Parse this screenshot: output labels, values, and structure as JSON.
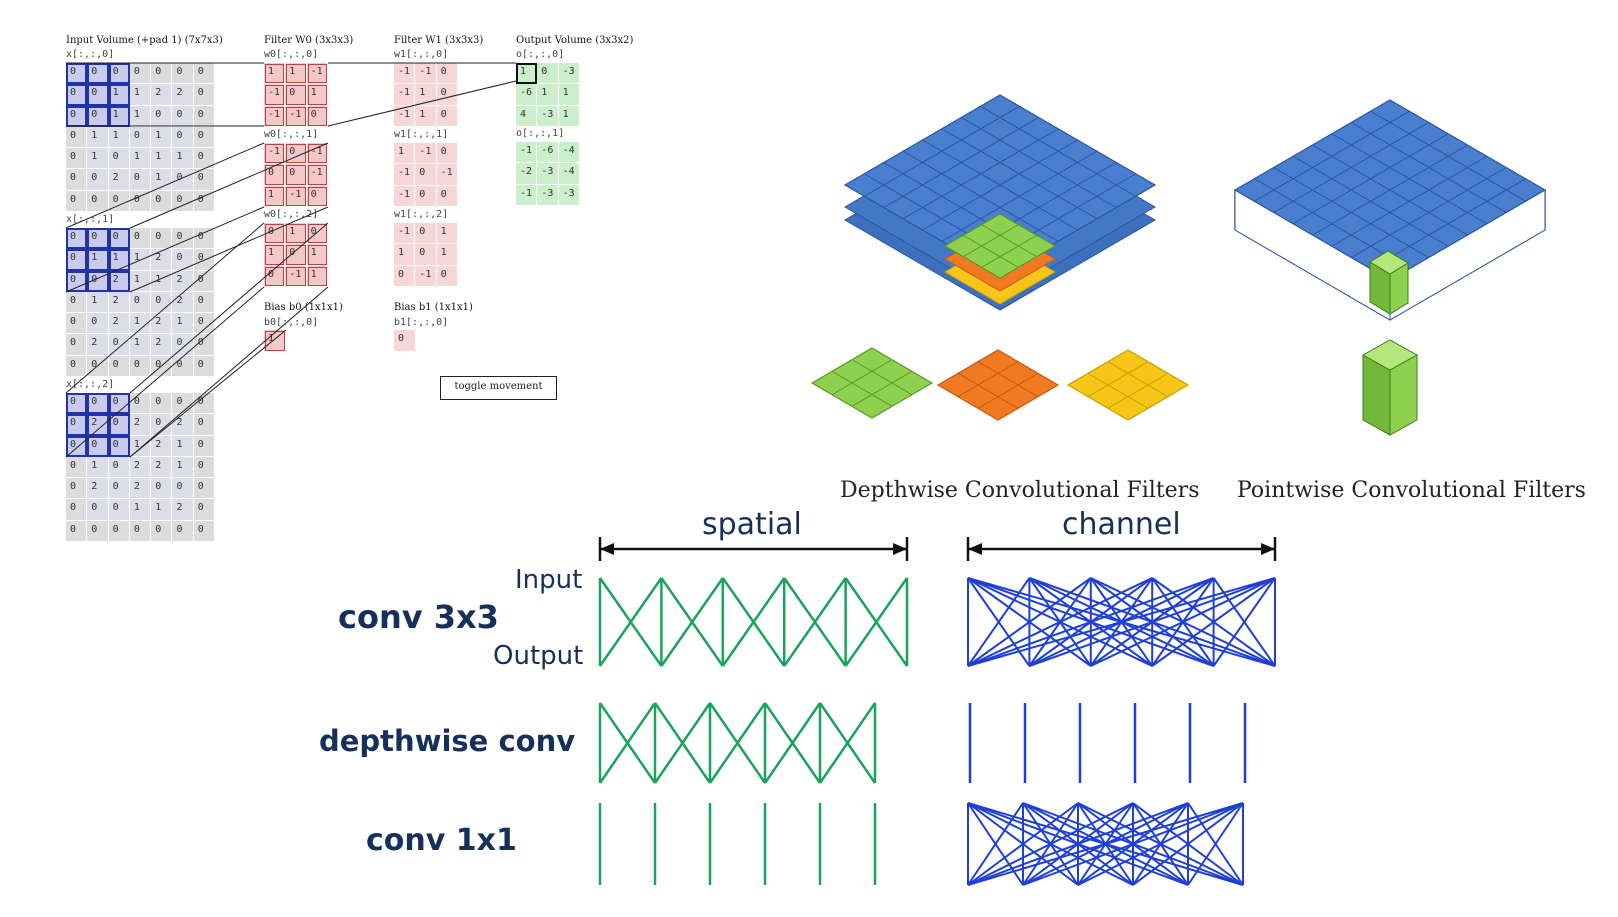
{
  "conv_demo": {
    "titles": {
      "input": "Input Volume (+pad 1) (7x7x3)",
      "filter_w0": "Filter W0 (3x3x3)",
      "filter_w1": "Filter W1 (3x3x3)",
      "output": "Output Volume (3x3x2)",
      "bias_b0": "Bias b0 (1x1x1)",
      "bias_b1": "Bias b1 (1x1x1)"
    },
    "input_slices": [
      {
        "label": "x[:,:,0]",
        "rows": [
          [
            "0",
            "0",
            "0",
            "0",
            "0",
            "0",
            "0"
          ],
          [
            "0",
            "0",
            "1",
            "1",
            "2",
            "2",
            "0"
          ],
          [
            "0",
            "0",
            "1",
            "1",
            "0",
            "0",
            "0"
          ],
          [
            "0",
            "1",
            "1",
            "0",
            "1",
            "0",
            "0"
          ],
          [
            "0",
            "1",
            "0",
            "1",
            "1",
            "1",
            "0"
          ],
          [
            "0",
            "0",
            "2",
            "0",
            "1",
            "0",
            "0"
          ],
          [
            "0",
            "0",
            "0",
            "0",
            "0",
            "0",
            "0"
          ]
        ]
      },
      {
        "label": "x[:,:,1]",
        "rows": [
          [
            "0",
            "0",
            "0",
            "0",
            "0",
            "0",
            "0"
          ],
          [
            "0",
            "1",
            "1",
            "1",
            "2",
            "0",
            "0"
          ],
          [
            "0",
            "0",
            "2",
            "1",
            "1",
            "2",
            "0"
          ],
          [
            "0",
            "1",
            "2",
            "0",
            "0",
            "2",
            "0"
          ],
          [
            "0",
            "0",
            "2",
            "1",
            "2",
            "1",
            "0"
          ],
          [
            "0",
            "2",
            "0",
            "1",
            "2",
            "0",
            "0"
          ],
          [
            "0",
            "0",
            "0",
            "0",
            "0",
            "0",
            "0"
          ]
        ]
      },
      {
        "label": "x[:,:,2]",
        "rows": [
          [
            "0",
            "0",
            "0",
            "0",
            "0",
            "0",
            "0"
          ],
          [
            "0",
            "2",
            "0",
            "2",
            "0",
            "2",
            "0"
          ],
          [
            "0",
            "0",
            "0",
            "1",
            "2",
            "1",
            "0"
          ],
          [
            "0",
            "1",
            "0",
            "2",
            "2",
            "1",
            "0"
          ],
          [
            "0",
            "2",
            "0",
            "2",
            "0",
            "0",
            "0"
          ],
          [
            "0",
            "0",
            "0",
            "1",
            "1",
            "2",
            "0"
          ],
          [
            "0",
            "0",
            "0",
            "0",
            "0",
            "0",
            "0"
          ]
        ]
      }
    ],
    "w0_slices": [
      {
        "label": "w0[:,:,0]",
        "rows": [
          [
            "1",
            "1",
            "-1"
          ],
          [
            "-1",
            "0",
            "1"
          ],
          [
            "-1",
            "-1",
            "0"
          ]
        ]
      },
      {
        "label": "w0[:,:,1]",
        "rows": [
          [
            "-1",
            "0",
            "-1"
          ],
          [
            "0",
            "0",
            "-1"
          ],
          [
            "1",
            "-1",
            "0"
          ]
        ]
      },
      {
        "label": "w0[:,:,2]",
        "rows": [
          [
            "0",
            "1",
            "0"
          ],
          [
            "1",
            "0",
            "1"
          ],
          [
            "0",
            "-1",
            "1"
          ]
        ]
      }
    ],
    "w1_slices": [
      {
        "label": "w1[:,:,0]",
        "rows": [
          [
            "-1",
            "-1",
            "0"
          ],
          [
            "-1",
            "1",
            "0"
          ],
          [
            "-1",
            "1",
            "0"
          ]
        ]
      },
      {
        "label": "w1[:,:,1]",
        "rows": [
          [
            "1",
            "-1",
            "0"
          ],
          [
            "-1",
            "0",
            "-1"
          ],
          [
            "-1",
            "0",
            "0"
          ]
        ]
      },
      {
        "label": "w1[:,:,2]",
        "rows": [
          [
            "-1",
            "0",
            "1"
          ],
          [
            "1",
            "0",
            "1"
          ],
          [
            "0",
            "-1",
            "0"
          ]
        ]
      }
    ],
    "output_slices": [
      {
        "label": "o[:,:,0]",
        "rows": [
          [
            "1",
            "0",
            "-3"
          ],
          [
            "-6",
            "1",
            "1"
          ],
          [
            "4",
            "-3",
            "1"
          ]
        ]
      },
      {
        "label": "o[:,:,1]",
        "rows": [
          [
            "-1",
            "-6",
            "-4"
          ],
          [
            "-2",
            "-3",
            "-4"
          ],
          [
            "-1",
            "-3",
            "-3"
          ]
        ]
      }
    ],
    "bias_b0": {
      "label": "b0[:,:,0]",
      "value": "1"
    },
    "bias_b1": {
      "label": "b1[:,:,0]",
      "value": "0"
    },
    "toggle_label": "toggle movement"
  },
  "iso_figure": {
    "depthwise_caption": "Depthwise Convolutional Filters",
    "pointwise_caption": "Pointwise Convolutional Filters",
    "colors": {
      "blue": "#4a7fcf",
      "green": "#8fd14f",
      "orange": "#f07a22",
      "yellow": "#f5c518"
    }
  },
  "conv_compare": {
    "spatial_label": "spatial",
    "channel_label": "channel",
    "input_label": "Input",
    "output_label": "Output",
    "rows": [
      {
        "label": "conv 3x3"
      },
      {
        "label": "depthwise conv"
      },
      {
        "label": "conv 1x1"
      }
    ],
    "colors": {
      "spatial": "#1aa35a",
      "channel": "#1f3fd6",
      "text": "#16305c"
    }
  }
}
